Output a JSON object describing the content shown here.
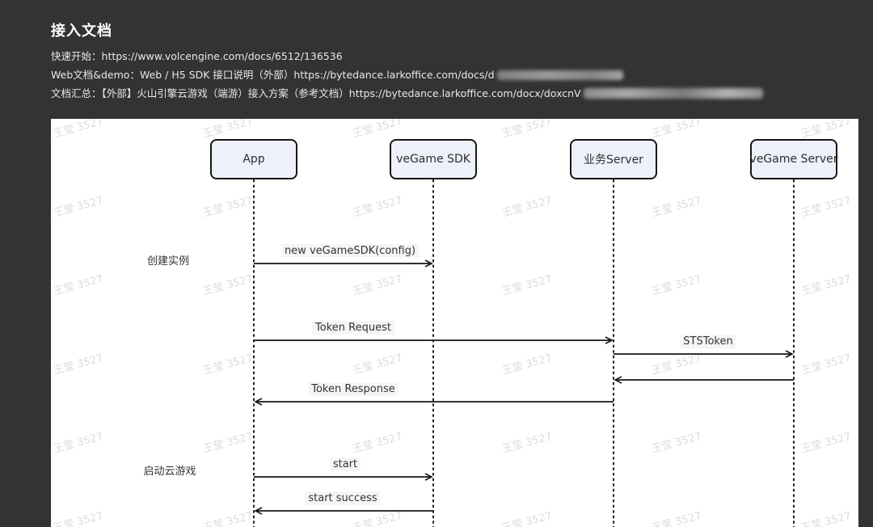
{
  "header": {
    "title": "接入文档",
    "lines": [
      {
        "label": "快速开始：",
        "desc": "",
        "url": "https://www.volcengine.com/docs/6512/136536",
        "redacted": false
      },
      {
        "label": "Web文档&demo：",
        "desc": "Web / H5 SDK 接口说明（外部）",
        "url": "https://bytedance.larkoffice.com/docs/d",
        "redacted": true
      },
      {
        "label": "文档汇总：",
        "desc": "【外部】火山引擎云游戏（端游）接入方案（参考文档）",
        "url": "https://bytedance.larkoffice.com/docx/doxcnV",
        "redacted": true
      }
    ]
  },
  "diagram": {
    "type": "sequence-diagram",
    "watermark": "王莹 3527",
    "actors": [
      {
        "id": "app",
        "label": "App"
      },
      {
        "id": "vegame-sdk",
        "label": "veGame SDK"
      },
      {
        "id": "business-server",
        "label": "业务Server"
      },
      {
        "id": "vegame-server",
        "label": "veGame Server"
      }
    ],
    "phases": [
      {
        "label": "创建实例"
      },
      {
        "label": "启动云游戏"
      }
    ],
    "messages": [
      {
        "label": "new veGameSDK(config)",
        "from": "App",
        "to": "veGame SDK"
      },
      {
        "label": "Token Request",
        "from": "App",
        "to": "业务Server"
      },
      {
        "label": "STSToken",
        "from": "业务Server",
        "to": "veGame Server"
      },
      {
        "label": "",
        "from": "veGame Server",
        "to": "业务Server"
      },
      {
        "label": "Token Response",
        "from": "业务Server",
        "to": "App"
      },
      {
        "label": "start",
        "from": "App",
        "to": "veGame SDK"
      },
      {
        "label": "start success",
        "from": "veGame SDK",
        "to": "App"
      }
    ],
    "colors": {
      "page_bg": "#313335",
      "panel_bg": "#ffffff",
      "actor_fill": "#eef1fa",
      "stroke": "#161616",
      "watermark": "#dcdcdc",
      "header_text": "#e8e8e8",
      "title_text": "#ffffff"
    }
  }
}
